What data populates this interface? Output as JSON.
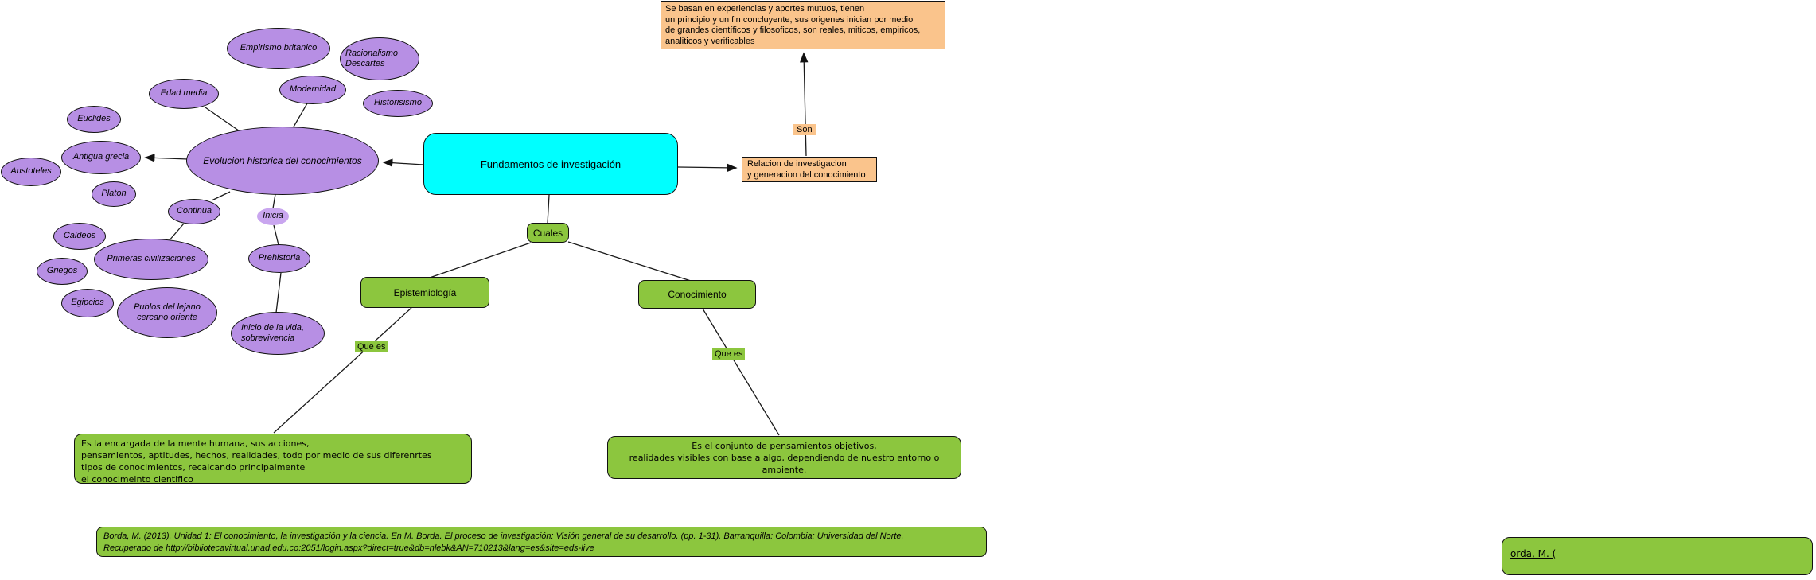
{
  "nodes": {
    "empirismo_britanico": "Empirismo britanico",
    "racionalismo_descartes": "Racionalismo\nDescartes",
    "edad_media": "Edad media",
    "modernidad": "Modernidad",
    "historisismo": "Historisismo",
    "euclides": "Euclides",
    "antigua_grecia": "Antigua grecia",
    "aristoteles": "Aristoteles",
    "platon": "Platon",
    "evolucion": "Evolucion historica del conocimientos",
    "continua": "Continua",
    "inicia": "Inicia",
    "caldeos": "Caldeos",
    "primeras_civilizaciones": "Primeras civilizaciones",
    "griegos": "Griegos",
    "egipcios": "Egipcios",
    "publos": "Publos del lejano\ncercano oriente",
    "prehistoria": "Prehistoria",
    "inicio_vida": "Inicio de la vida,\nsobrevivencia",
    "fundamentos": "Fundamentos de investigación",
    "cuales": "Cuales",
    "epistemiologia": "Epistemiología",
    "conocimiento": "Conocimiento",
    "que_es_left": "Que es",
    "que_es_right": "Que es",
    "son": "Son",
    "se_basan": "Se basan en experiencias y aportes mutuos, tienen\nun principio y un fin concluyente, sus origenes inician por medio\nde grandes científicos y filosoficos, son reales, miticos, empiricos,\nanaliticos y verificables",
    "relacion": "Relacion de investigacion\ny generacion del conocimiento",
    "epistemiologia_def": "Es la encargada de la mente humana, sus acciones,\npensamientos, aptitudes, hechos, realidades, todo por medio de sus diferenrtes\ntipos de conocimientos, recalcando principalmente\nel conocimeinto cientifico",
    "conocimiento_def": "Es el conjunto de pensamientos objetivos,\nrealidades visibles con base a algo, dependiendo de nuestro entorno o\nambiente.",
    "citation": "Borda, M. (2013). Unidad 1: El conocimiento, la investigación y la ciencia. En M. Borda. El proceso de investigación: Visión general de su desarrollo. (pp. 1-31). Barranquilla: Colombia: Universidad del Norte.\nRecuperado de http://bibliotecavirtual.unad.edu.co:2051/login.aspx?direct=true&db=nlebk&AN=710213&lang=es&site=eds-live",
    "partial_citation": "orda, M. ("
  },
  "colors": {
    "node_purple": "#B78FE4",
    "node_purple_light": "#C9A6EF",
    "node_cyan": "#00FFFF",
    "node_orange": "#FAC48C",
    "node_green": "#8CC63E"
  }
}
